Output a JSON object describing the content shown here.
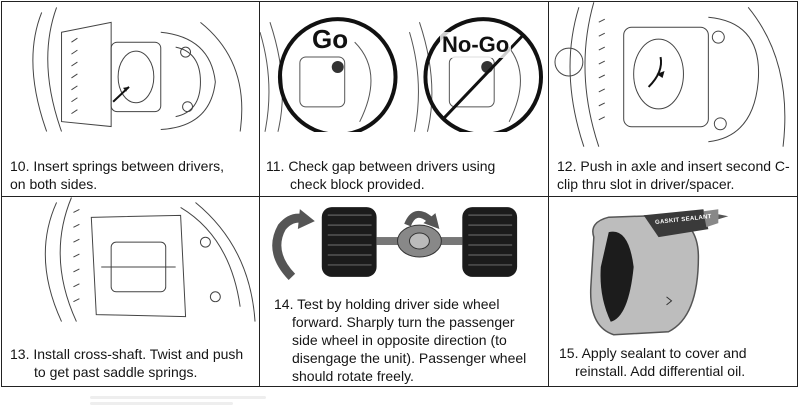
{
  "steps": [
    {
      "line1": "10. Insert springs between drivers,",
      "line2": "on both sides."
    },
    {
      "line1": "11. Check gap between drivers using",
      "line2": "check block provided.",
      "go": "Go",
      "nogo": "No-Go"
    },
    {
      "line1": "12. Push in axle and insert second C-",
      "line2": "clip thru slot in driver/spacer."
    },
    {
      "line1": "13. Install cross-shaft. Twist and push",
      "line2": "to get past saddle springs."
    },
    {
      "line1": "14. Test by holding driver side wheel",
      "line2": "forward.  Sharply turn the  passenger",
      "line3": "side wheel in opposite direction (to",
      "line4": "disengage the unit).   Passenger wheel",
      "line5": "should rotate freely."
    },
    {
      "line1": "15. Apply sealant to cover and",
      "line2": "reinstall. Add differential oil.",
      "tube_label": "GASKIT SEALANT"
    }
  ]
}
